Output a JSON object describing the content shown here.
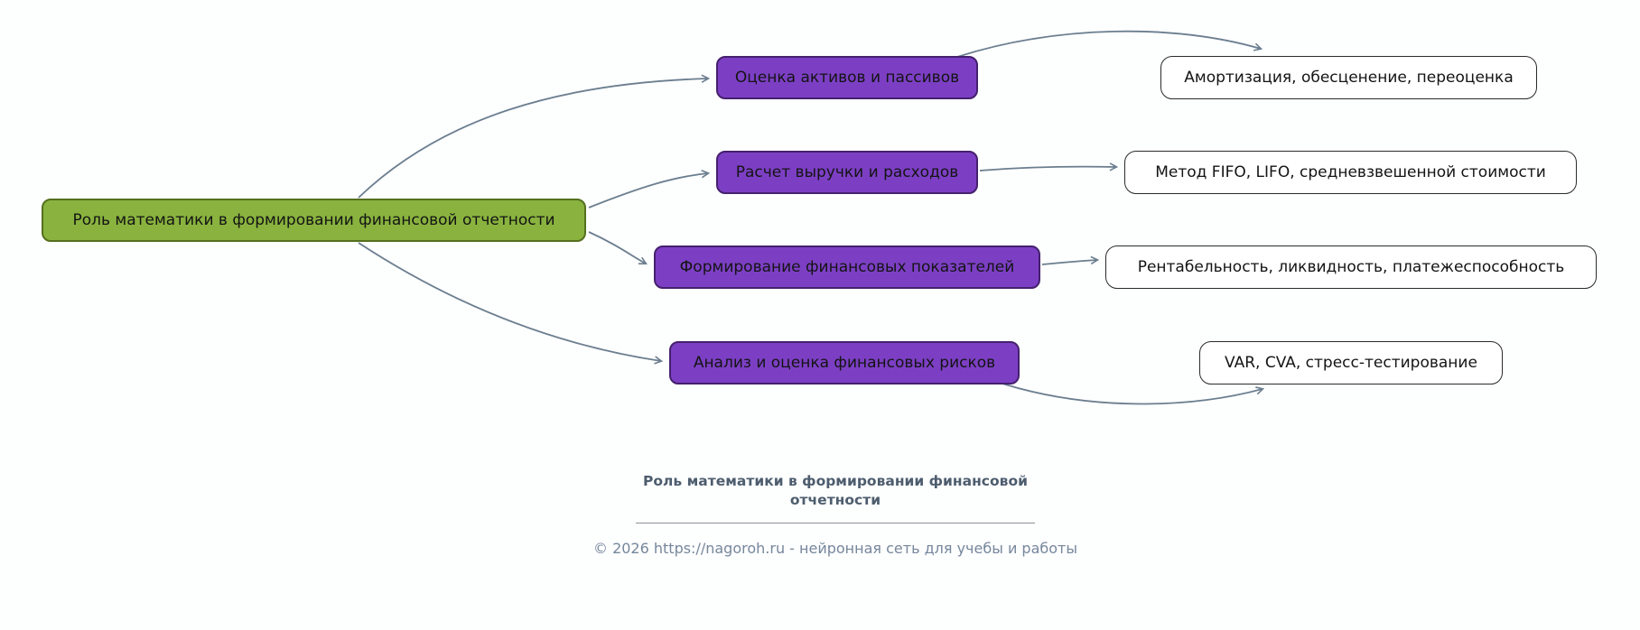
{
  "mindmap": {
    "root": {
      "label": "Роль математики в формировании финансовой отчетности"
    },
    "branches": [
      {
        "label": "Оценка активов и пассивов",
        "leaf": "Амортизация, обесценение, переоценка"
      },
      {
        "label": "Расчет выручки и расходов",
        "leaf": "Метод FIFO, LIFO, средневзвешенной стоимости"
      },
      {
        "label": "Формирование финансовых показателей",
        "leaf": "Рентабельность, ликвидность, платежеспособность"
      },
      {
        "label": "Анализ и оценка финансовых рисков",
        "leaf": "VAR, CVA, стресс-тестирование"
      }
    ]
  },
  "footer": {
    "title": "Роль математики в формировании финансовой отчетности",
    "copyright": "© 2026 https://nagoroh.ru - нейронная сеть для учебы и работы"
  },
  "colors": {
    "root_fill": "#89b33e",
    "root_border": "#55701e",
    "branch_fill": "#7c3fc4",
    "branch_border": "#45206e",
    "leaf_fill": "#ffffff",
    "leaf_border": "#2b2b2b",
    "arrow": "#6b7e8f",
    "footer_title_text": "#4d5d6e",
    "footer_copyright_text": "#76879c"
  }
}
